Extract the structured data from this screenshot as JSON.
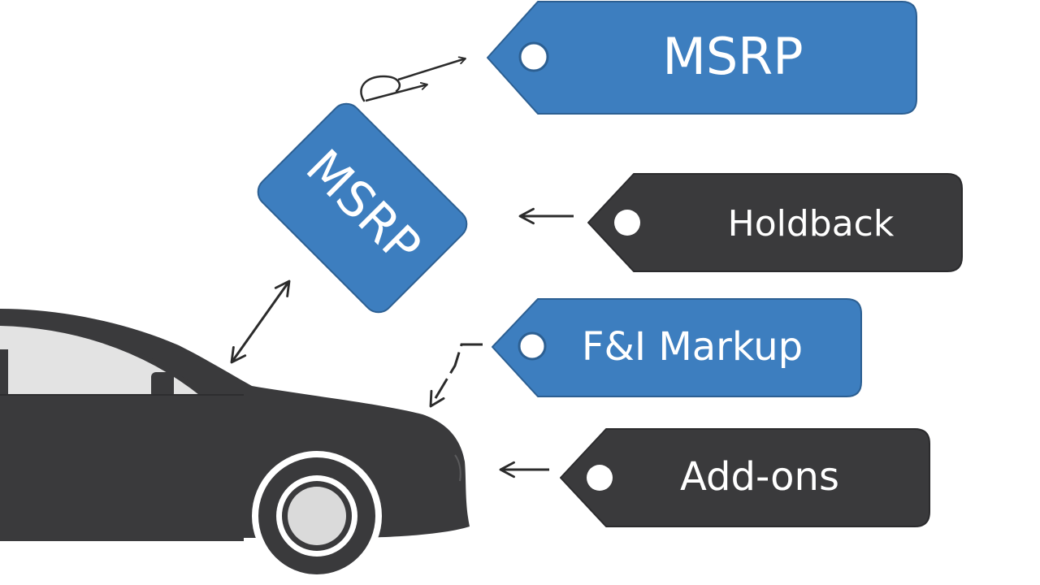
{
  "tags": {
    "msrp_top": {
      "label": "MSRP",
      "color": "#3d7ebf"
    },
    "msrp_rotated": {
      "label": "MSRP",
      "color": "#3d7ebf"
    },
    "holdback": {
      "label": "Holdback",
      "color": "#3a3a3c"
    },
    "fi_markup": {
      "label": "F&I Markup",
      "color": "#3d7ebf"
    },
    "addons": {
      "label": "Add-ons",
      "color": "#3a3a3c"
    }
  },
  "colors": {
    "car_body": "#3a3a3c",
    "car_window": "#e3e3e3",
    "arrow": "#2b2b2b",
    "hole": "#ffffff"
  },
  "icons": {
    "car": "car-icon",
    "arrows": [
      "double-arrow-icon",
      "arrow-left-icon",
      "dashed-arrow-icon",
      "arrow-right-icon"
    ]
  }
}
